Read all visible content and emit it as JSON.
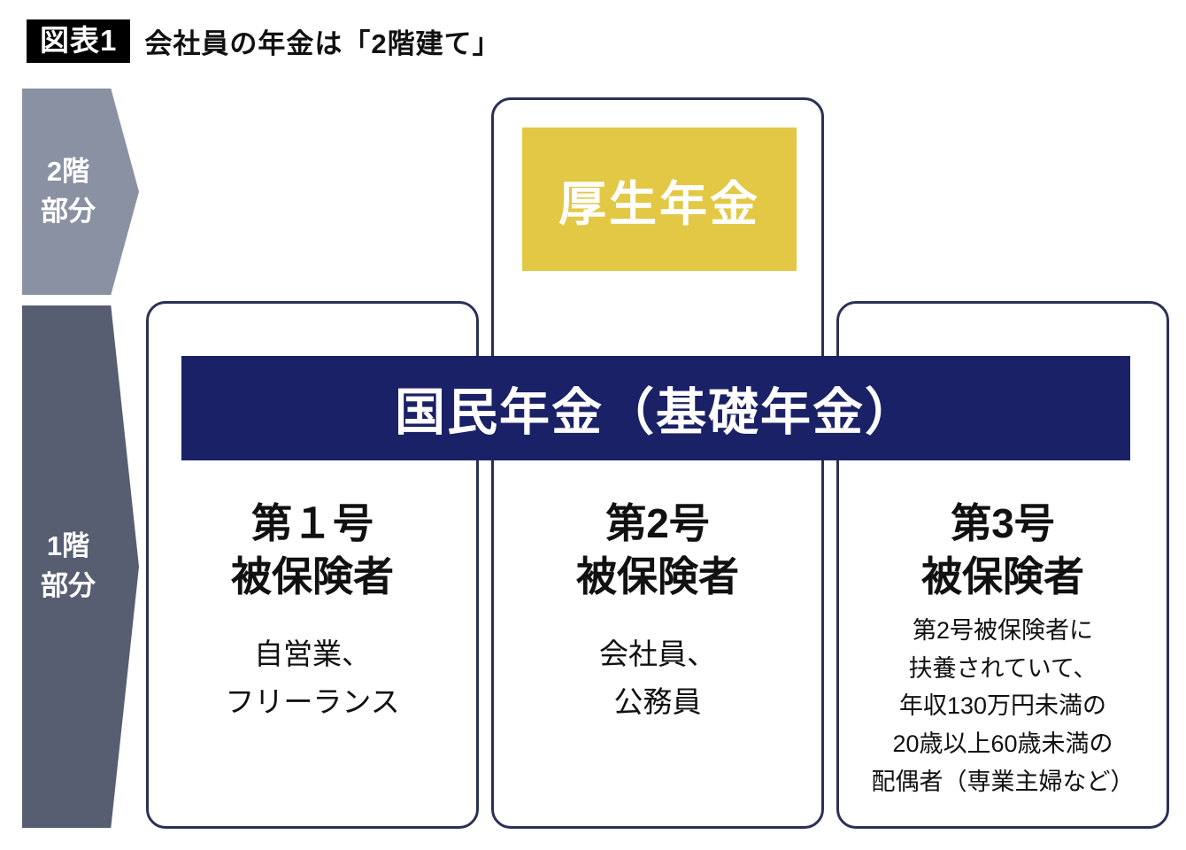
{
  "header": {
    "badge": "図表1",
    "title": "会社員の年金は「2階建て」"
  },
  "tiers": {
    "tier2_label": "2階\n部分",
    "tier1_label": "1階\n部分"
  },
  "bands": {
    "kosei_nenkin": "厚生年金",
    "kokumin_nenkin": "国民年金（基礎年金）"
  },
  "cards": [
    {
      "heading": "第１号\n被保険者",
      "body": "自営業、\nフリーランス"
    },
    {
      "heading": "第2号\n被保険者",
      "body": "会社員、\n公務員"
    },
    {
      "heading": "第3号\n被保険者",
      "body": "第2号被保険者に\n扶養されていて、\n年収130万円未満の\n20歳以上60歳未満の\n配偶者（専業主婦など）"
    }
  ],
  "colors": {
    "badge_bg": "#000000",
    "tier2_arrow": "#8a91a3",
    "tier1_arrow": "#575e71",
    "kosei_band_bg": "#e2c844",
    "kokumin_band_bg": "#1a2166",
    "card_border": "#2b3156"
  }
}
